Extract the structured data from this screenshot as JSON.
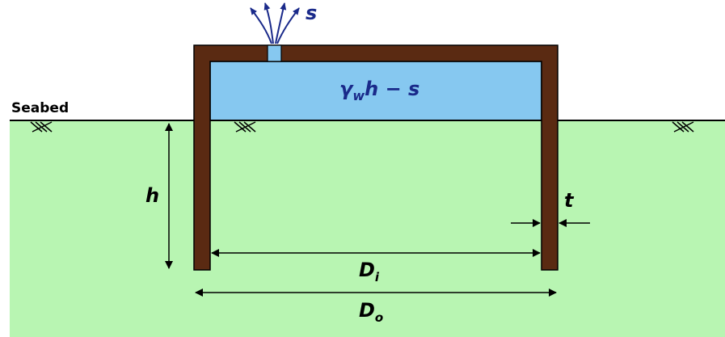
{
  "labels": {
    "seabed": "Seabed",
    "suction": "s",
    "pressure_gamma": "γ",
    "pressure_sub": "w",
    "pressure_rest": "h − s",
    "height": "h",
    "thickness": "t",
    "inner_d": "D",
    "inner_sub": "i",
    "outer_d": "D",
    "outer_sub": "o"
  },
  "colors": {
    "soil": "#b8f5b2",
    "water": "#86c8f0",
    "caisson": "#5a2a12",
    "arrow_blue": "#1a2a8a",
    "line": "#000000"
  }
}
